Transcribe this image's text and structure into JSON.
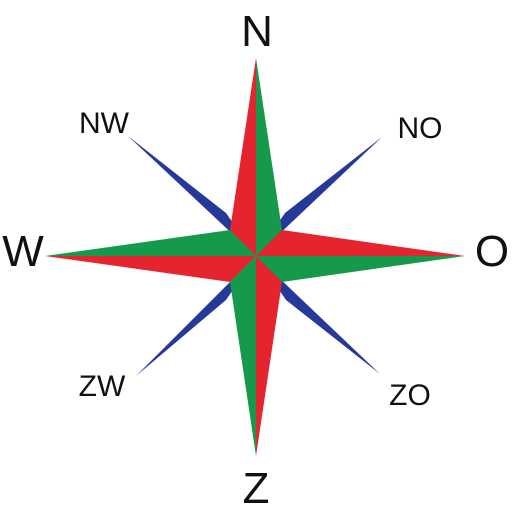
{
  "labels": {
    "n": "N",
    "ne": "NO",
    "e": "O",
    "se": "ZO",
    "s": "Z",
    "sw": "ZW",
    "w": "W",
    "nw": "NW"
  },
  "colors": {
    "primary_left": "#e4242e",
    "primary_right": "#149a4a",
    "diagonal": "#24399a"
  }
}
